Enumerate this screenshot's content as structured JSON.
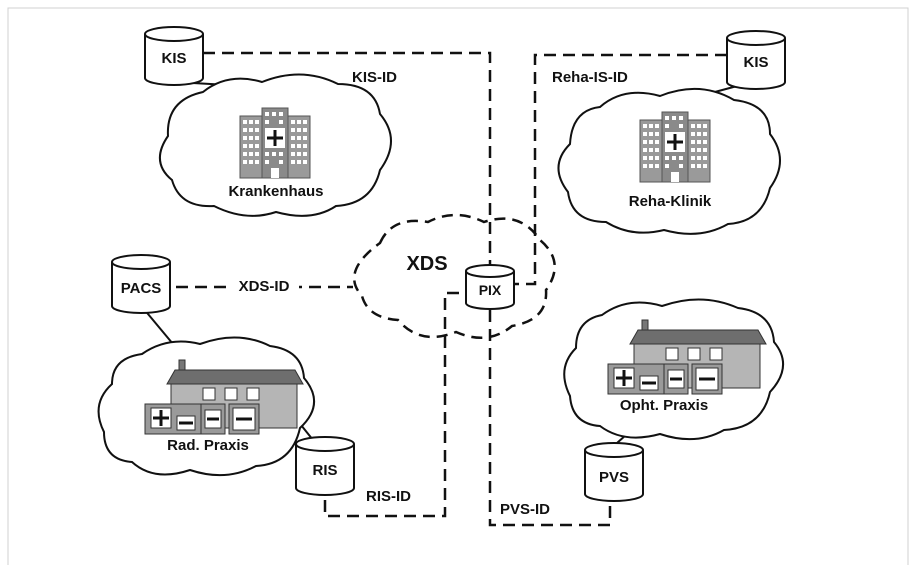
{
  "labels": {
    "kis_left": "KIS",
    "kis_id": "KIS-ID",
    "krankenhaus": "Krankenhaus",
    "kis_right": "KIS",
    "reha_is_id": "Reha-IS-ID",
    "reha_klinik": "Reha-Klinik",
    "xds": "XDS",
    "pix": "PIX",
    "pacs": "PACS",
    "xds_id": "XDS-ID",
    "rad_praxis": "Rad. Praxis",
    "ris": "RIS",
    "ris_id": "RIS-ID",
    "opht_praxis": "Opht. Praxis",
    "pvs": "PVS",
    "pvs_id": "PVS-ID"
  },
  "colors": {
    "stroke": "#111111",
    "building_fill": "#9a9a9a",
    "roof_fill": "#6e6e6e",
    "window_fill": "#ffffff"
  }
}
